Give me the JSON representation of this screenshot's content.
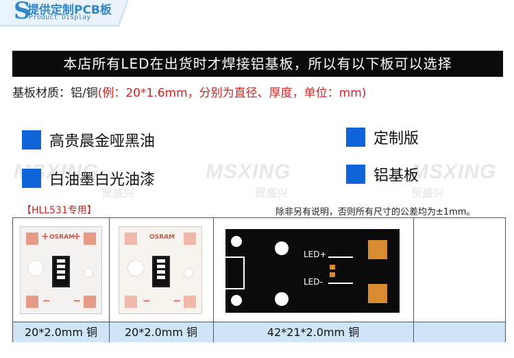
{
  "header": {
    "letter": "S",
    "title": "提供定制PCB板",
    "subtitle": "Product Display"
  },
  "banner": "本店所有LED在出货时才焊接铝基板，所以有以下板可以选择",
  "material": {
    "label": "基板材质：铝/铜",
    "note": "(例：20*1.6mm，分别为直径、厚度，单位：mm)"
  },
  "options": [
    {
      "label": "高贵晨金哑黑油"
    },
    {
      "label": "定制版"
    },
    {
      "label": "白油墨白光油漆"
    },
    {
      "label": "铝基板"
    }
  ],
  "watermark": {
    "brand": "MSXING",
    "brand_cn": "贸盛兴"
  },
  "model_tag": "【HLL531专用】",
  "tolerance_note": "除非另有说明，否则所有尺寸的公差均为±1mm。",
  "boards": [
    {
      "caption": "20*2.0mm 铜",
      "osram": "OSRAM"
    },
    {
      "caption": "20*2.0mm 铜",
      "osram": "OSRAM"
    },
    {
      "caption": "42*21*2.0mm 铜",
      "led_plus": "LED+",
      "led_minus": "LED-"
    },
    {
      "caption": ""
    }
  ],
  "colors": {
    "accent": "#0f63d9",
    "header_blue": "#2f86c9",
    "note_red": "#d2221f",
    "caption_bg": "#cfe4f7"
  }
}
